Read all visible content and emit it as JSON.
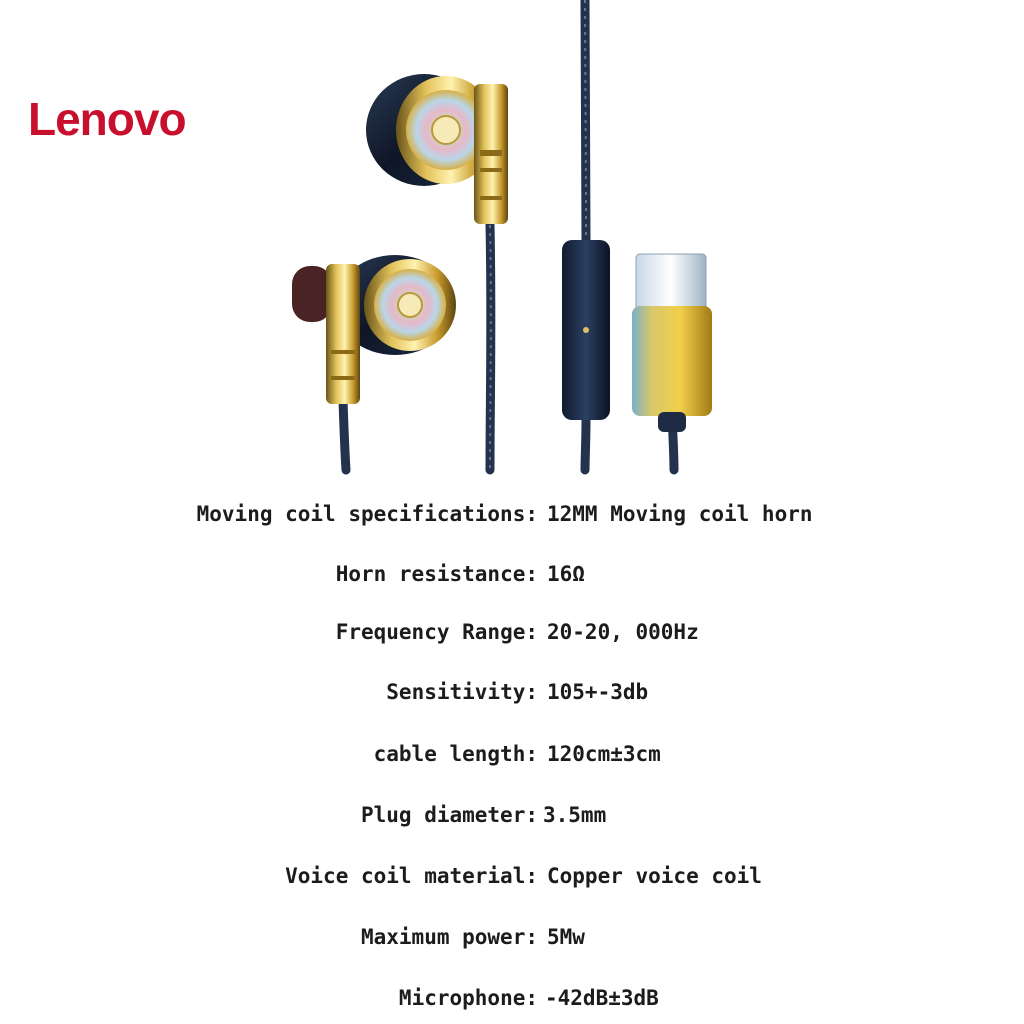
{
  "brand": {
    "logo_text": "Lenovo",
    "color": "#c8102e"
  },
  "product": {
    "image": "wired earphones with Type-C plug and inline microphone"
  },
  "specs": [
    {
      "label": "Moving coil specifications:",
      "value": "12MM Moving coil horn"
    },
    {
      "label": "Horn resistance:",
      "value": "16Ω"
    },
    {
      "label": "Frequency Range:",
      "value": "20-20, 000Hz"
    },
    {
      "label": "Sensitivity:",
      "value": "105+-3db"
    },
    {
      "label": "cable length:",
      "value": "120cm±3cm"
    },
    {
      "label": "Plug diameter:",
      "value": "3.5mm"
    },
    {
      "label": "Voice coil material:",
      "value": "Copper voice coil"
    },
    {
      "label": "Maximum power:",
      "value": "5Mw"
    },
    {
      "label": "Microphone:",
      "value": "-42dB±3dB"
    }
  ]
}
